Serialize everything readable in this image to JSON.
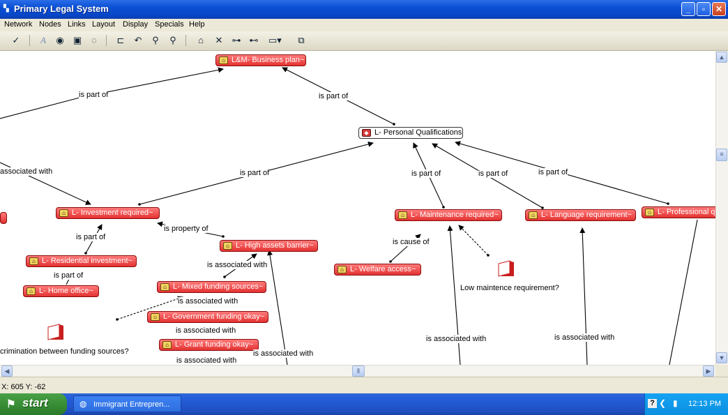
{
  "window": {
    "title": "Primary Legal System",
    "controls": [
      "_",
      "▫",
      "✕"
    ]
  },
  "menu": [
    "Network",
    "Nodes",
    "Links",
    "Layout",
    "Display",
    "Specials",
    "Help"
  ],
  "toolbar": {
    "icons": [
      "check-icon",
      "italic-a-icon",
      "color-wheel-icon",
      "image-icon",
      "lasso-icon",
      "layout-tree-icon",
      "undo-icon",
      "zoom-out-icon",
      "zoom-in-icon",
      "new-node-icon",
      "delete-icon",
      "link-icon",
      "unlink-icon",
      "display-icon",
      "copy-window-icon"
    ]
  },
  "nodes": {
    "business_plan": "L&M- Business plan~",
    "personal_qualifications": "L- Personal Qualifications",
    "investment_required": "L- Investment required~",
    "residential_investment": "L- Residential investment~",
    "home_office": "L- Home office~",
    "high_assets_barrier": "L- High assets barrier~",
    "mixed_funding": "L- Mixed funding sources~",
    "government_funding": "L- Government funding okay~",
    "grant_funding": "L- Grant funding okay~",
    "maintenance_required": "L- Maintenance required~",
    "welfare_access": "L- Welfare access~",
    "language_requirement": "L- Language requirement~",
    "professional": "L- Professional qu"
  },
  "edge_labels": {
    "part_of_1": "is part of",
    "part_of_2": "is part of",
    "associated_left": "associated with",
    "part_of_3": "is part of",
    "property_of": "is property of",
    "part_of_4": "is part of",
    "part_of_5": "is part of",
    "assoc_high": "is associated with",
    "assoc_mixed": "is associated with",
    "assoc_gov": "is associated with",
    "assoc_grant": "is associated with",
    "assoc_bottom": "is associated with",
    "part_of_maint": "is part of",
    "part_of_lang": "is part of",
    "part_of_prof": "is part of",
    "cause_of": "is cause of",
    "assoc_maint": "is associated with",
    "assoc_lang": "is associated with"
  },
  "notes": {
    "low_maintenance": "Low maintence requirement?",
    "discrimination": "crimination between funding sources?"
  },
  "status": {
    "coords": "X: 605 Y: -62"
  },
  "taskbar": {
    "start": "start",
    "item": "Immigrant Entrepren...",
    "clock": "12:13 PM"
  }
}
